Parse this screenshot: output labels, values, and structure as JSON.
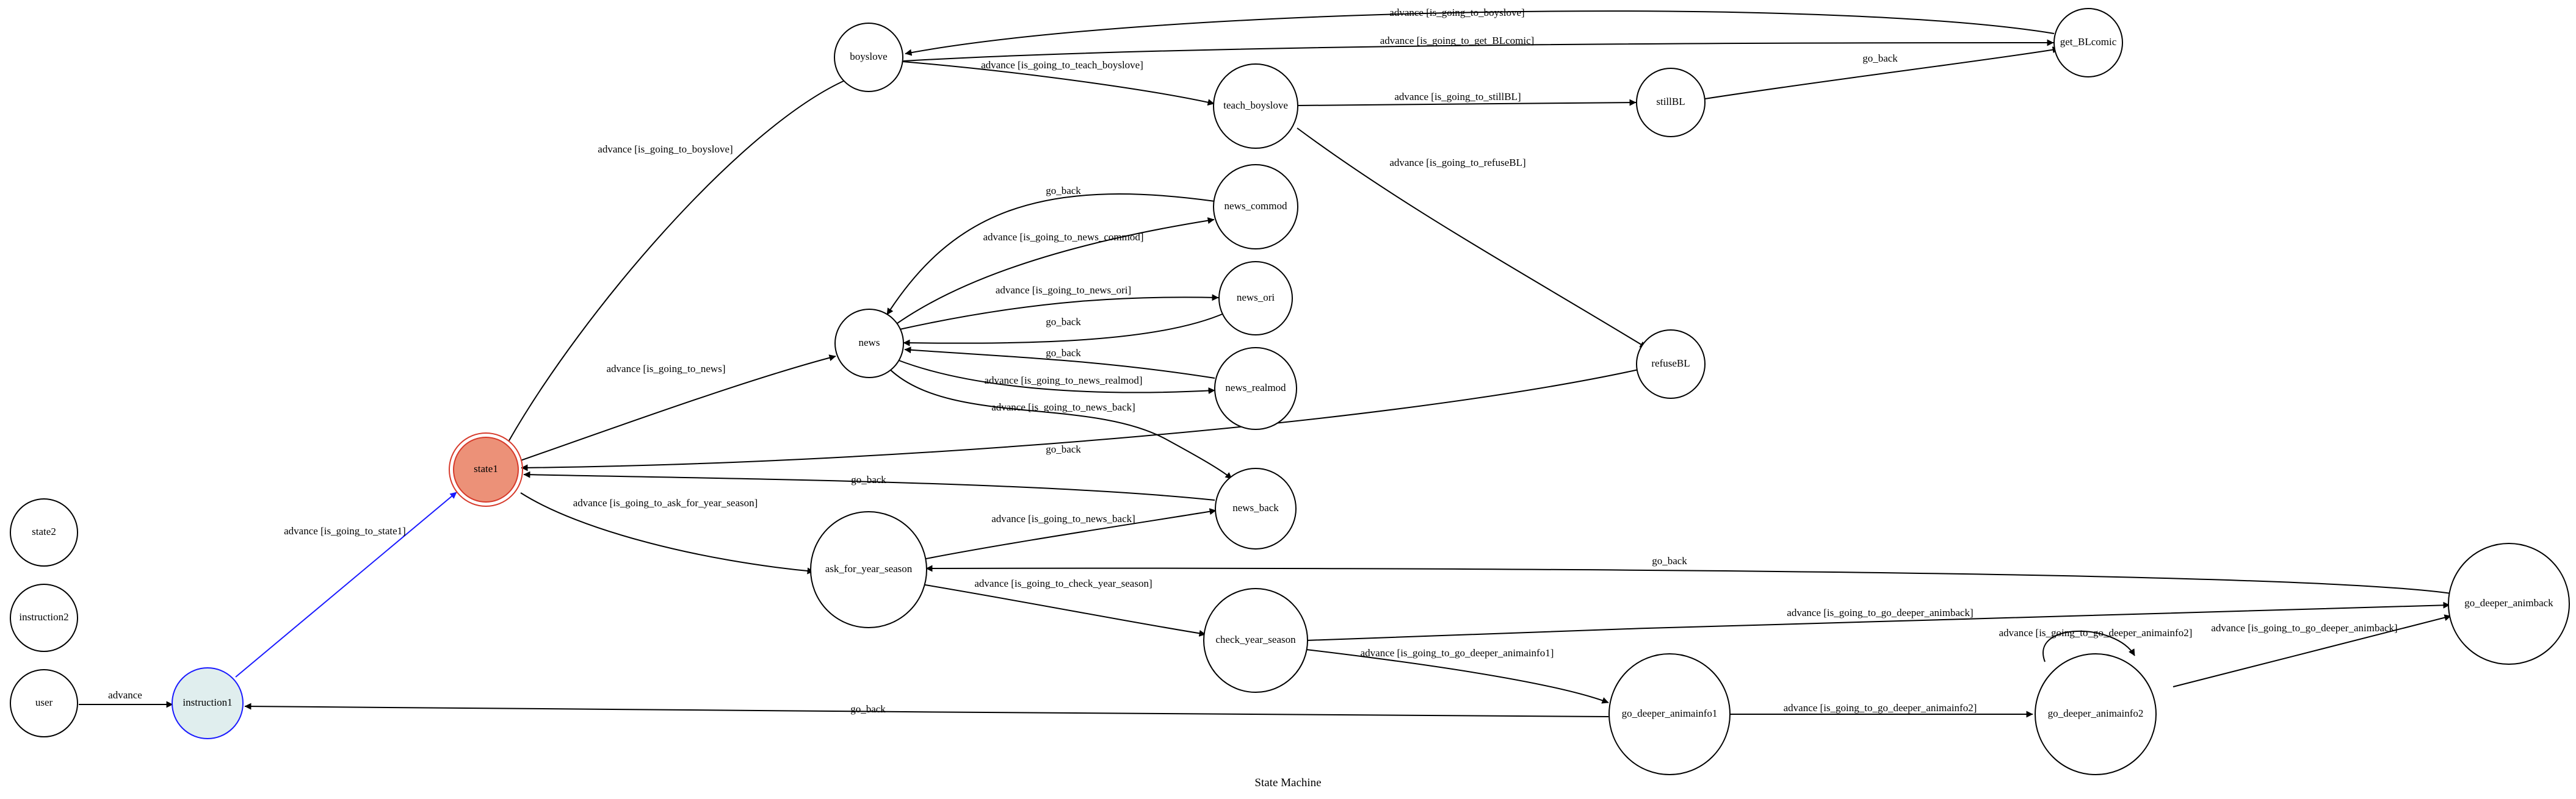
{
  "diagram": {
    "title": "State Machine",
    "colors": {
      "stroke": "#000000",
      "active_fill": "#ec9178",
      "active_stroke": "#d63a2b",
      "initial_fill": "#e0eeee",
      "initial_stroke": "#1a1aff",
      "highlight_edge": "#1a1aff"
    },
    "states": {
      "user": "user",
      "instruction1": "instruction1",
      "instruction2": "instruction2",
      "state2": "state2",
      "state1": "state1",
      "boyslove": "boyslove",
      "teach_boyslove": "teach_boyslove",
      "stillBL": "stillBL",
      "get_BLcomic": "get_BLcomic",
      "refuseBL": "refuseBL",
      "news": "news",
      "news_commod": "news_commod",
      "news_ori": "news_ori",
      "news_realmod": "news_realmod",
      "news_back": "news_back",
      "ask_for_year_season": "ask_for_year_season",
      "check_year_season": "check_year_season",
      "go_deeper_animback": "go_deeper_animback",
      "go_deeper_animainfo1": "go_deeper_animainfo1",
      "go_deeper_animainfo2": "go_deeper_animainfo2"
    },
    "transitions": {
      "user_to_instruction1": "advance",
      "instruction1_to_state1": "advance [is_going_to_state1]",
      "state1_to_boyslove": "advance [is_going_to_boyslove]",
      "state1_to_news": "advance [is_going_to_news]",
      "state1_to_ask": "advance [is_going_to_ask_for_year_season]",
      "get_BLcomic_to_boyslove_top": "advance [is_going_to_boyslove]",
      "boyslove_to_get_BLcomic": "advance [is_going_to_get_BLcomic]",
      "boyslove_to_teach": "advance [is_going_to_teach_boyslove]",
      "teach_to_stillBL": "advance [is_going_to_stillBL]",
      "stillBL_to_get_BLcomic": "go_back",
      "teach_to_refuseBL": "advance [is_going_to_refuseBL]",
      "refuseBL_to_state1": "go_back",
      "news_commod_to_news": "go_back",
      "news_to_news_commod": "advance [is_going_to_news_commod]",
      "news_to_news_ori": "advance [is_going_to_news_ori]",
      "news_ori_to_news": "go_back",
      "news_realmod_to_news": "go_back",
      "news_to_news_realmod": "advance [is_going_to_news_realmod]",
      "news_to_news_back": "advance [is_going_to_news_back]",
      "news_back_to_state1": "go_back",
      "ask_to_news_back": "advance [is_going_to_news_back]",
      "go_deeper_animback_to_ask": "go_back",
      "ask_to_check": "advance [is_going_to_check_year_season]",
      "check_to_go_deeper_animback": "advance [is_going_to_go_deeper_animback]",
      "check_to_animainfo1": "advance [is_going_to_go_deeper_animainfo1]",
      "animainfo1_to_instruction1": "go_back",
      "animainfo1_to_animainfo2": "advance [is_going_to_go_deeper_animainfo2]",
      "animainfo2_self": "advance [is_going_to_go_deeper_animainfo2]",
      "animainfo2_to_go_deeper_animback": "advance [is_going_to_go_deeper_animback]"
    }
  }
}
